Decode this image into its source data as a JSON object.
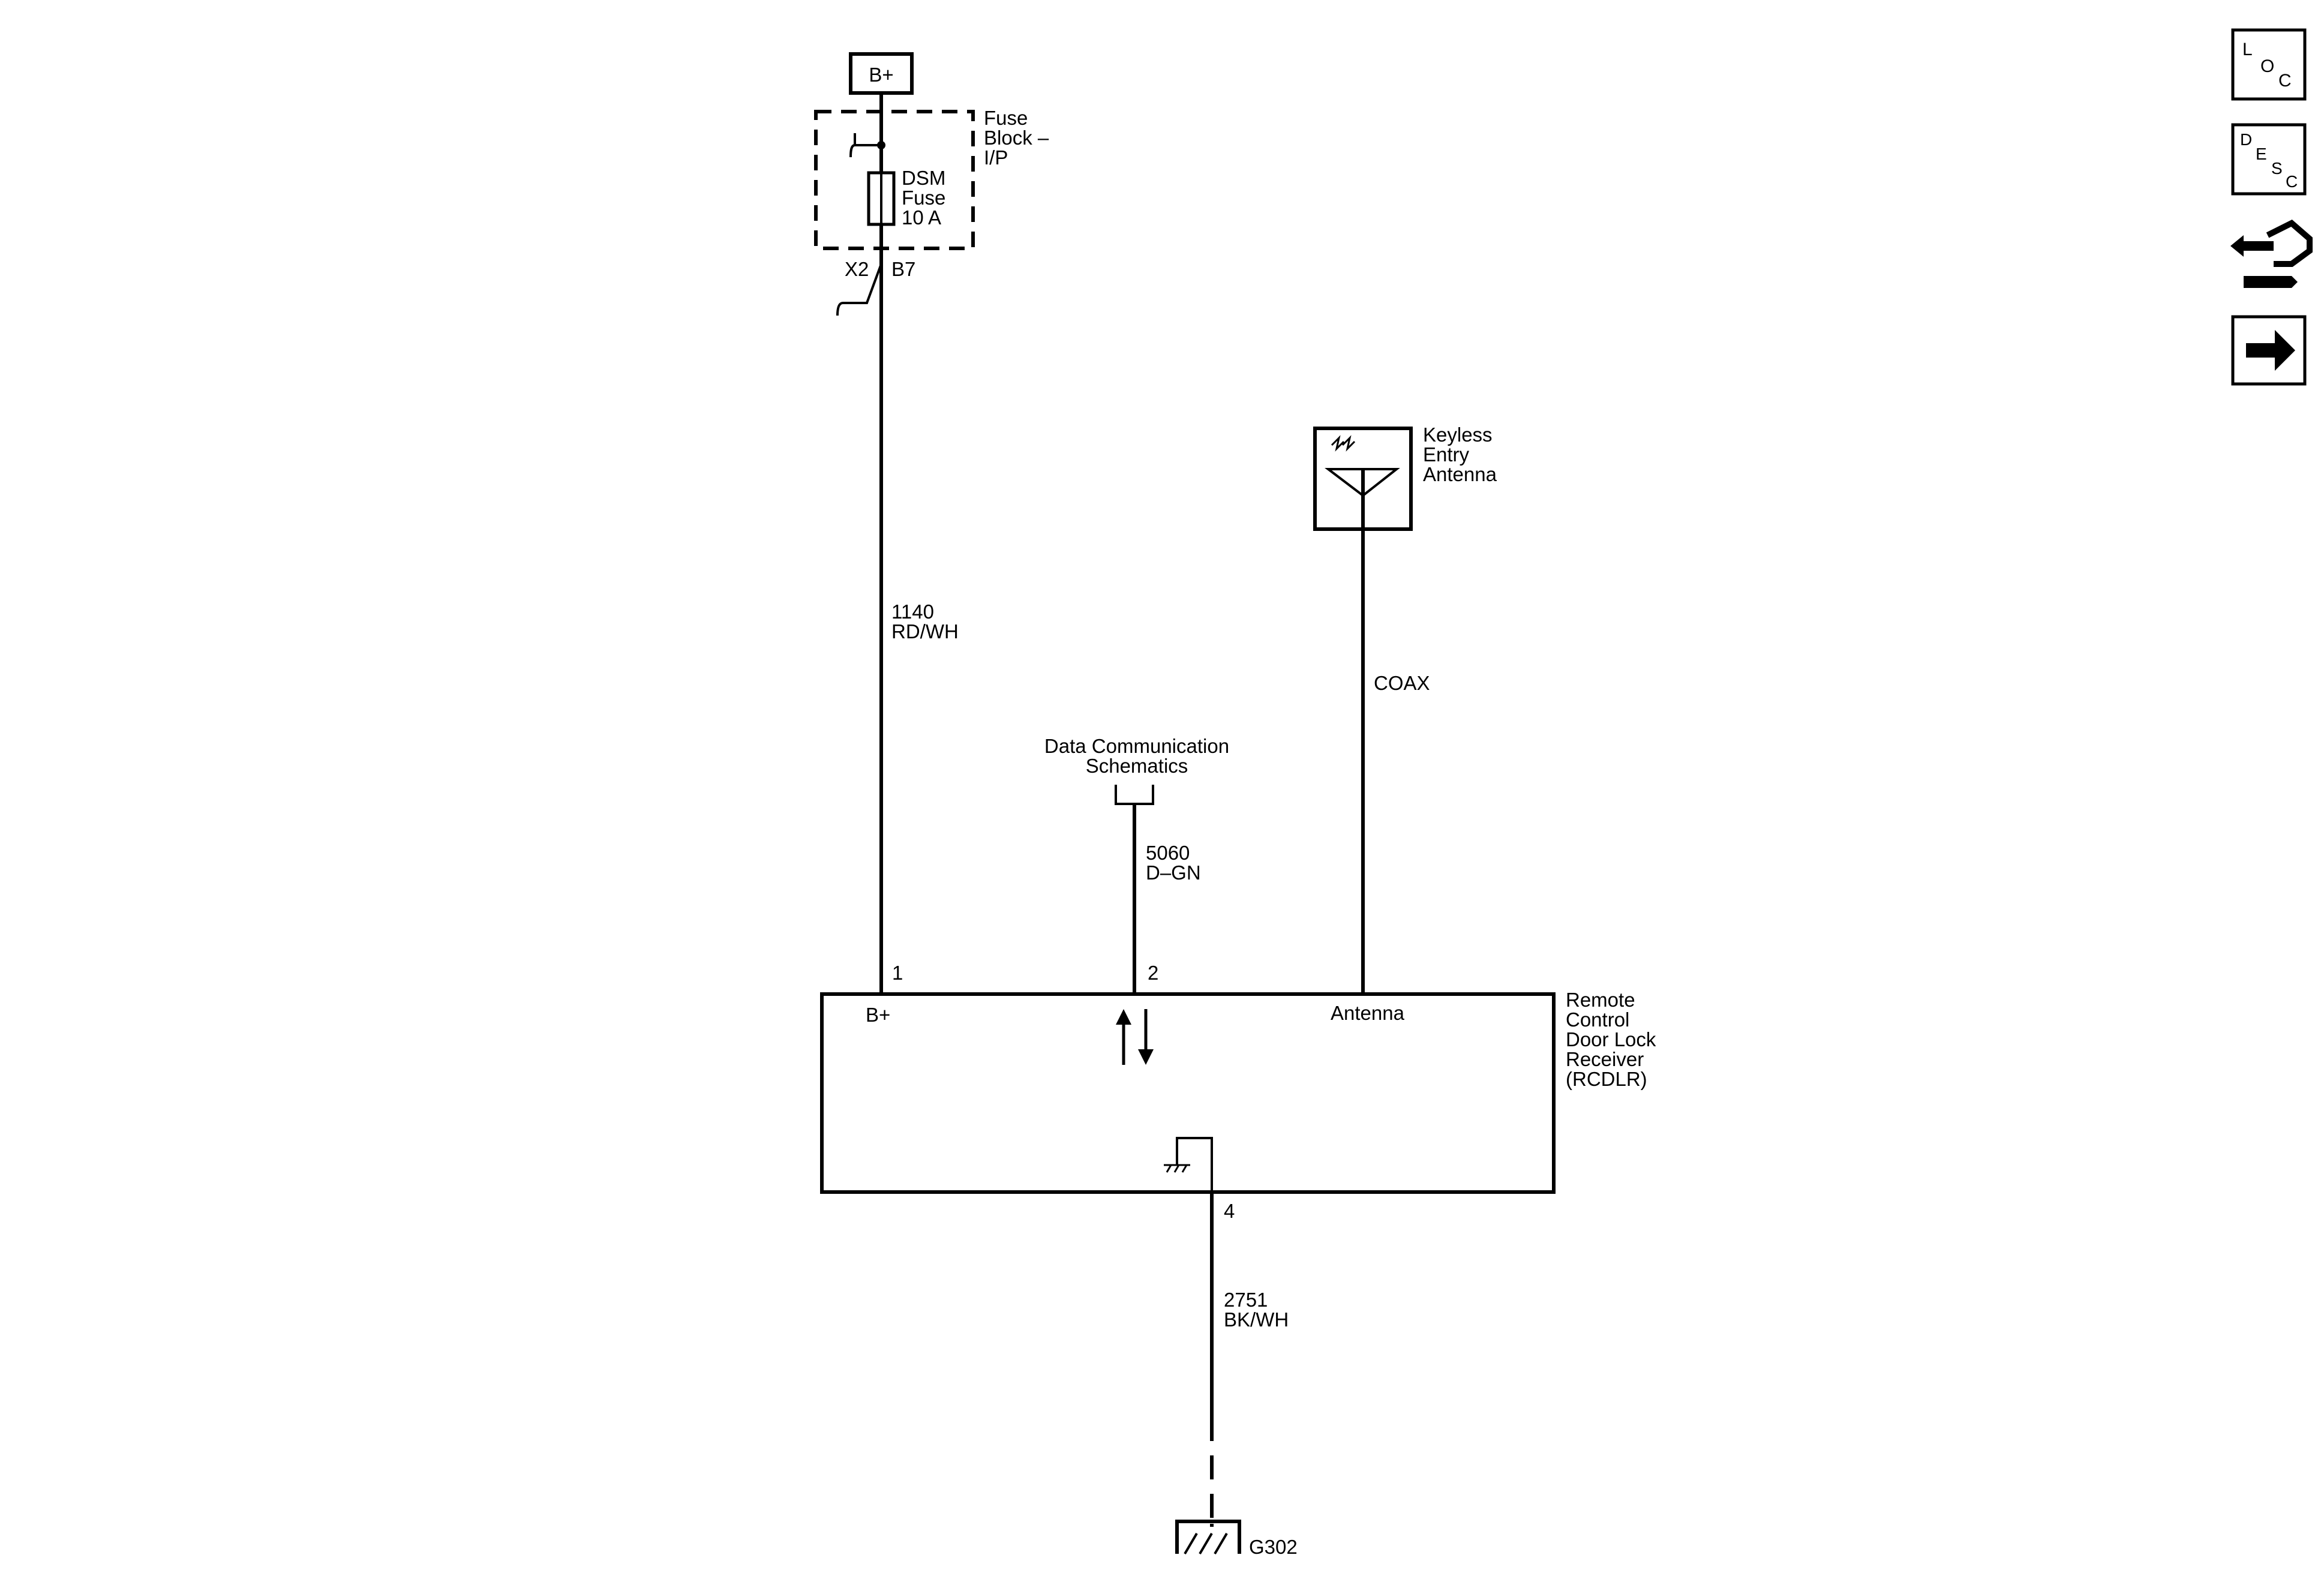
{
  "power_source": {
    "label": "B+"
  },
  "fuse_block": {
    "name_lines": [
      "Fuse",
      "Block –",
      "I/P"
    ],
    "fuse_lines": [
      "DSM",
      "Fuse",
      "10 A"
    ],
    "connector": "X2",
    "terminal": "B7"
  },
  "wires": {
    "power": {
      "circuit": "1140",
      "color": "RD/WH"
    },
    "data": {
      "circuit": "5060",
      "color": "D–GN"
    },
    "antenna": {
      "label": "COAX"
    },
    "ground": {
      "circuit": "2751",
      "color": "BK/WH"
    }
  },
  "data_link": {
    "lines": [
      "Data Communication",
      "Schematics"
    ]
  },
  "antenna": {
    "name_lines": [
      "Keyless",
      "Entry",
      "Antenna"
    ]
  },
  "receiver": {
    "name_lines": [
      "Remote",
      "Control",
      "Door Lock",
      "Receiver",
      "(RCDLR)"
    ],
    "pins": {
      "power": "1",
      "data": "2",
      "ground": "4"
    },
    "internal_labels": {
      "power": "B+",
      "antenna": "Antenna"
    }
  },
  "ground": {
    "label": "G302"
  },
  "nav_buttons": [
    {
      "name": "loc",
      "letters": [
        "L",
        "O",
        "C"
      ]
    },
    {
      "name": "desc",
      "letters": [
        "D",
        "E",
        "S",
        "C"
      ]
    },
    {
      "name": "connector-icon"
    },
    {
      "name": "next-arrow-icon"
    }
  ]
}
